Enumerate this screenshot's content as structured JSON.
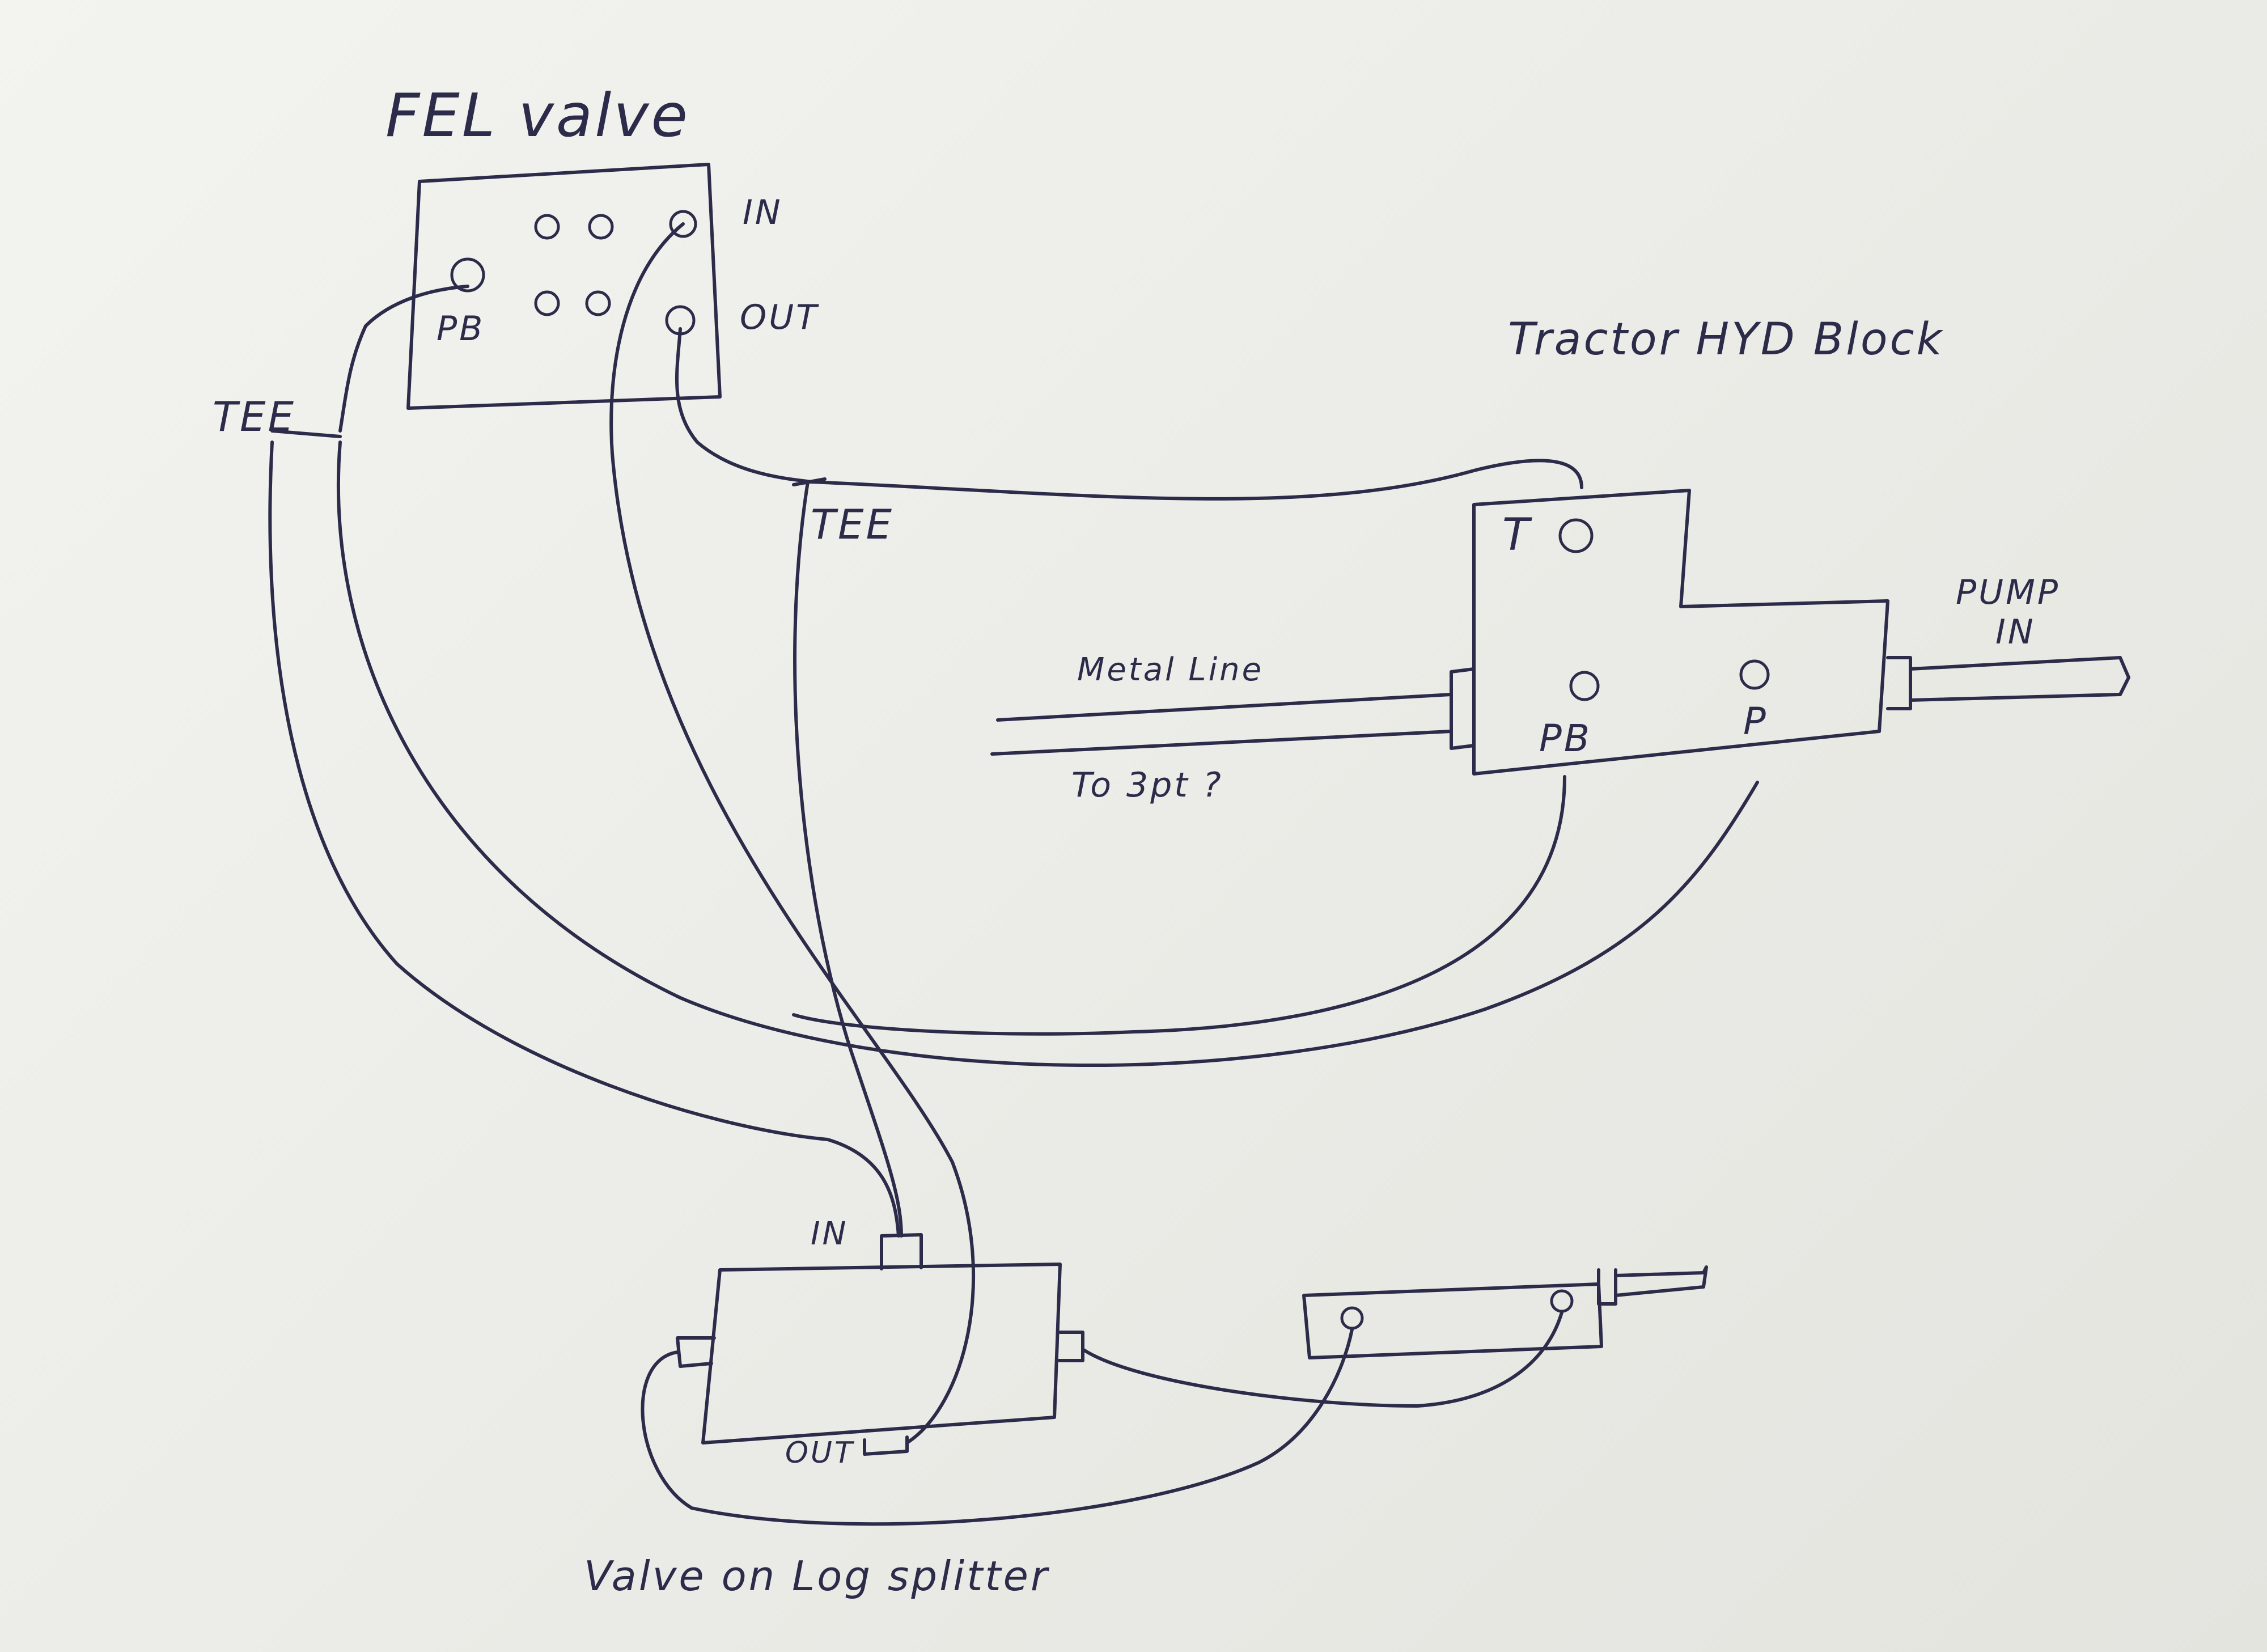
{
  "fel_valve": {
    "title": "FEL valve",
    "in": "IN",
    "out": "OUT",
    "pb": "PB"
  },
  "tee_labels": {
    "left": "TEE",
    "center": "TEE"
  },
  "tractor_block": {
    "title": "Tractor HYD Block",
    "t": "T",
    "pb": "PB",
    "p": "P"
  },
  "pump_in": {
    "line1": "PUMP",
    "line2": "IN"
  },
  "metal_line": {
    "top": "Metal Line",
    "bottom": "To 3pt ?"
  },
  "log_splitter_valve": {
    "in": "IN",
    "out": "OUT",
    "caption": "Valve on Log splitter"
  },
  "colors": {
    "paper": "#efefeb",
    "ink": "#2c2c4a"
  }
}
